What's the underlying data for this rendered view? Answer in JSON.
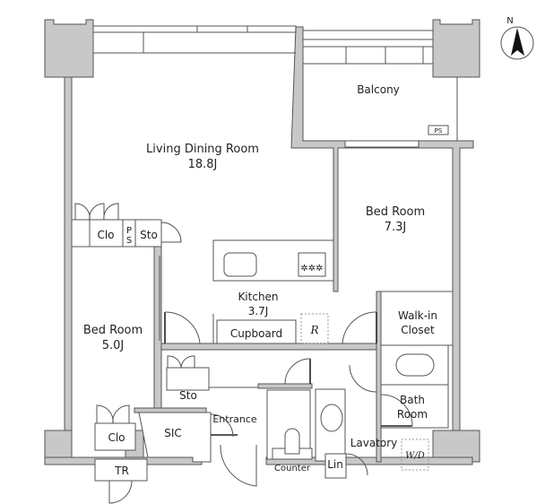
{
  "compass": {
    "north_label": "N"
  },
  "rooms": {
    "living": {
      "name": "Living Dining Room",
      "size": "18.8J"
    },
    "balcony": {
      "name": "Balcony"
    },
    "bedroom_east": {
      "name": "Bed Room",
      "size": "7.3J"
    },
    "bedroom_west": {
      "name": "Bed Room",
      "size": "5.0J"
    },
    "kitchen": {
      "name": "Kitchen",
      "size": "3.7J"
    },
    "cupboard": {
      "name": "Cupboard"
    },
    "refrigerator": {
      "name": "R"
    },
    "walkin": {
      "line1": "Walk-in",
      "line2": "Closet"
    },
    "bath": {
      "line1": "Bath",
      "line2": "Room"
    },
    "lavatory": {
      "name": "Lavatory"
    },
    "washer_dryer": {
      "name": "W/D"
    },
    "linen": {
      "name": "Lin"
    },
    "counter": {
      "name": "Counter"
    },
    "entrance": {
      "name": "Entrance"
    },
    "sic": {
      "name": "SIC"
    },
    "closet_upper": {
      "name": "Clo"
    },
    "ps_upper": {
      "line1": "P",
      "line2": "S"
    },
    "storage_upper": {
      "name": "Sto"
    },
    "storage_hall": {
      "name": "Sto"
    },
    "closet_lower": {
      "name": "Clo"
    },
    "trunk_room": {
      "name": "TR"
    },
    "ps_balcony": {
      "name": "PS"
    }
  }
}
